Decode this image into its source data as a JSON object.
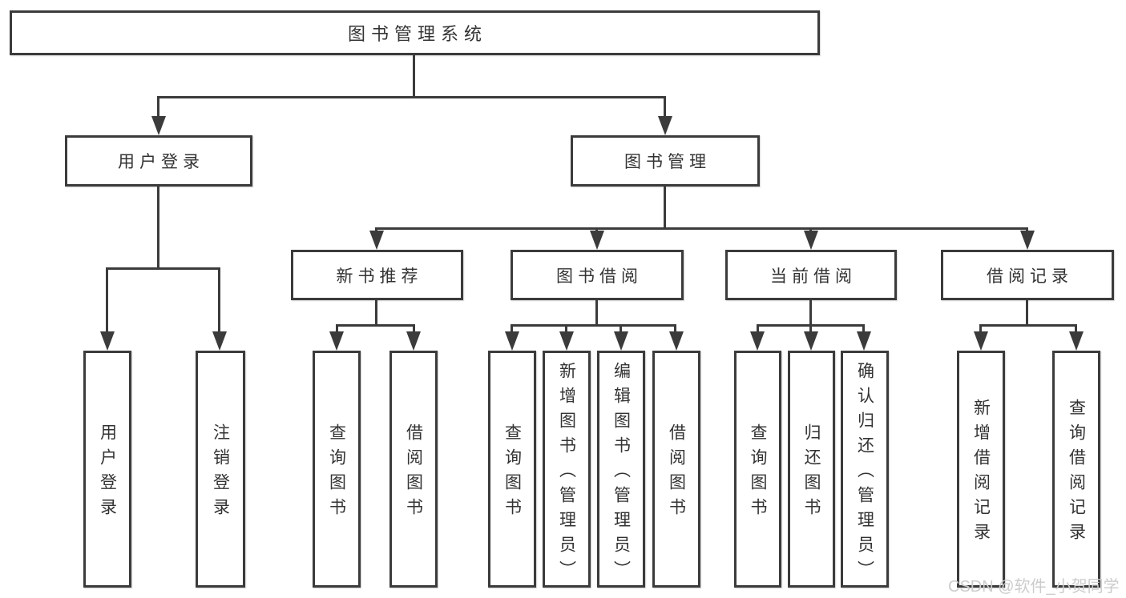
{
  "diagram": {
    "title_hint": "library management system feature tree",
    "root": {
      "label": "图书管理系统"
    },
    "login": {
      "label": "用户登录",
      "children": [
        {
          "label": "用户登录"
        },
        {
          "label": "注销登录"
        }
      ]
    },
    "management": {
      "label": "图书管理",
      "groups": [
        {
          "label": "新书推荐",
          "children": [
            {
              "label": "查询图书"
            },
            {
              "label": "借阅图书"
            }
          ]
        },
        {
          "label": "图书借阅",
          "children": [
            {
              "label": "查询图书"
            },
            {
              "label": "新增图书（管理员）"
            },
            {
              "label": "编辑图书（管理员）"
            },
            {
              "label": "借阅图书"
            }
          ]
        },
        {
          "label": "当前借阅",
          "children": [
            {
              "label": "查询图书"
            },
            {
              "label": "归还图书"
            },
            {
              "label": "确认归还（管理员）"
            }
          ]
        },
        {
          "label": "借阅记录",
          "children": [
            {
              "label": "新增借阅记录"
            },
            {
              "label": "查询借阅记录"
            }
          ]
        }
      ]
    }
  },
  "watermark": {
    "text": "CSDN @软件_小贺同学"
  },
  "colors": {
    "line": "#3b3b3b",
    "text": "#333333",
    "watermark": "#cccccc",
    "bg": "#ffffff"
  }
}
